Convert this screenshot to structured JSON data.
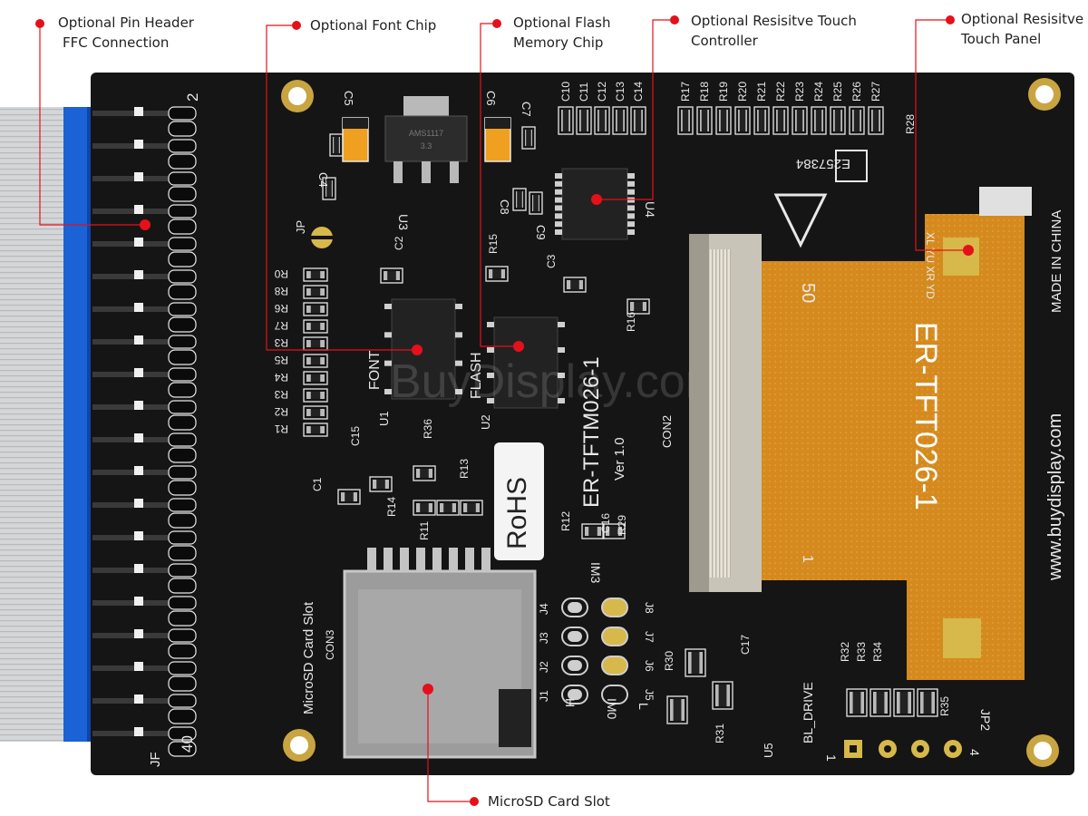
{
  "callouts": [
    {
      "id": "pin-header",
      "lines": [
        "Optional Pin Header",
        "FFC Connection"
      ]
    },
    {
      "id": "font-chip",
      "lines": [
        "Optional Font Chip"
      ]
    },
    {
      "id": "flash-chip",
      "lines": [
        "Optional Flash",
        "Memory Chip"
      ]
    },
    {
      "id": "touch-controller",
      "lines": [
        "Optional Resisitve Touch",
        "Controller"
      ]
    },
    {
      "id": "touch-panel",
      "lines": [
        "Optional Resisitve",
        "Touch Panel"
      ]
    },
    {
      "id": "microsd",
      "lines": [
        "MicroSD Card Slot"
      ]
    }
  ],
  "board": {
    "model": "ER-TFTM026-1",
    "version": "Ver 1.0",
    "rohs": "RoHS",
    "fpc_model": "ER-TFT026-1",
    "website": "www.buydisplay.com",
    "made_in": "MADE IN CHINA",
    "watermark_left": "BuyDisplay",
    "watermark_right": ".com",
    "ul_code": "E257384",
    "chip_font": "FONT",
    "chip_flash": "FLASH",
    "ic_u3": "AMS1117",
    "ic_u3_sub": "3.3",
    "con2": "CON2",
    "con3": "CON3",
    "microsd": "MicroSD Card Slot",
    "pin_2": "2",
    "pin_40": "40",
    "jf": "JF",
    "fpc_50": "50",
    "fpc_1": "1",
    "bl_drive": "BL_DRIVE",
    "jp2": "JP2",
    "jp2_1": "1",
    "jp2_4": "4",
    "jp": "JP",
    "im0": "IM0",
    "im3": "IM3",
    "h": "H",
    "l": "L",
    "touch_pins": "XL YU XR YD",
    "label_u1": "U1",
    "label_u2": "U2",
    "label_u3": "U3",
    "label_u4": "U4",
    "label_u5": "U5",
    "res_top_left": [
      "C5",
      "C6",
      "C7",
      "C4",
      "C8",
      "C9"
    ],
    "res_top_row": [
      "C10",
      "C11",
      "C12",
      "C13",
      "C14"
    ],
    "res_right_row": [
      "R17",
      "R18",
      "R19",
      "R20",
      "R21",
      "R22",
      "R23",
      "R24",
      "R25",
      "R26",
      "R27"
    ],
    "r28": "R28",
    "res_left_col": [
      "R0",
      "R8",
      "R6",
      "R7",
      "R3",
      "R5",
      "R4",
      "R3",
      "R2",
      "R1"
    ],
    "res_mid": [
      "C2",
      "R15",
      "C3",
      "R16",
      "C15",
      "R36",
      "C1",
      "R13",
      "R14",
      "R11",
      "R12",
      "R29",
      "C16"
    ],
    "jumpers_left": [
      "J4",
      "J3",
      "J2",
      "J1"
    ],
    "jumpers_right": [
      "J8",
      "J7",
      "J6",
      "J5"
    ],
    "res_bottom": [
      "R30",
      "C17",
      "R31",
      "R32",
      "R33",
      "R34",
      "R35"
    ],
    "colors": {
      "pcb": "#151515",
      "silkscreen": "#e8e8e8",
      "fpc": "#d48a1e",
      "gold": "#d7b84a",
      "marker": "#e5101a",
      "cable": "#1a62d6",
      "ribbon": "#d4d6d8"
    }
  }
}
